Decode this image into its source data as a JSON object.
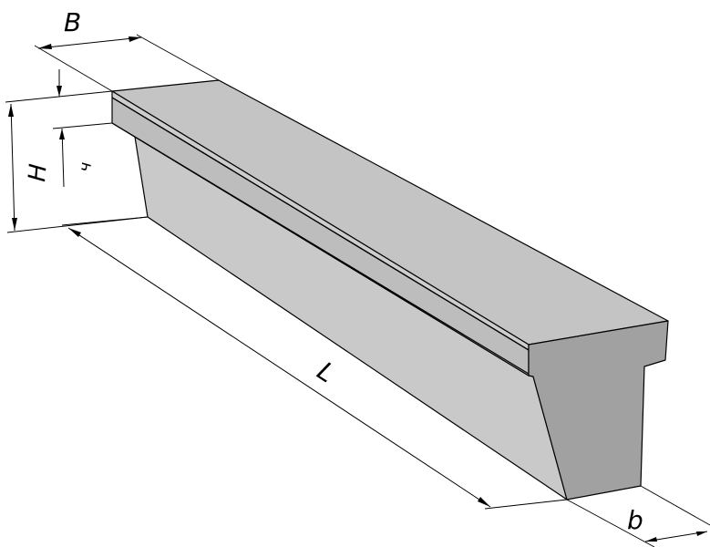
{
  "dimensions": {
    "width_top": "B",
    "height": "H",
    "flange_height": "ч",
    "length": "L",
    "width_bottom": "b"
  },
  "colors": {
    "top_face": "#c4c4c4",
    "flange_side": "#bdbdbd",
    "web_side": "#c9c9c9",
    "end_face": "#a1a1a1",
    "near_top_strip": "#c8c8c8",
    "line": "#000000",
    "background": "#ffffff"
  }
}
